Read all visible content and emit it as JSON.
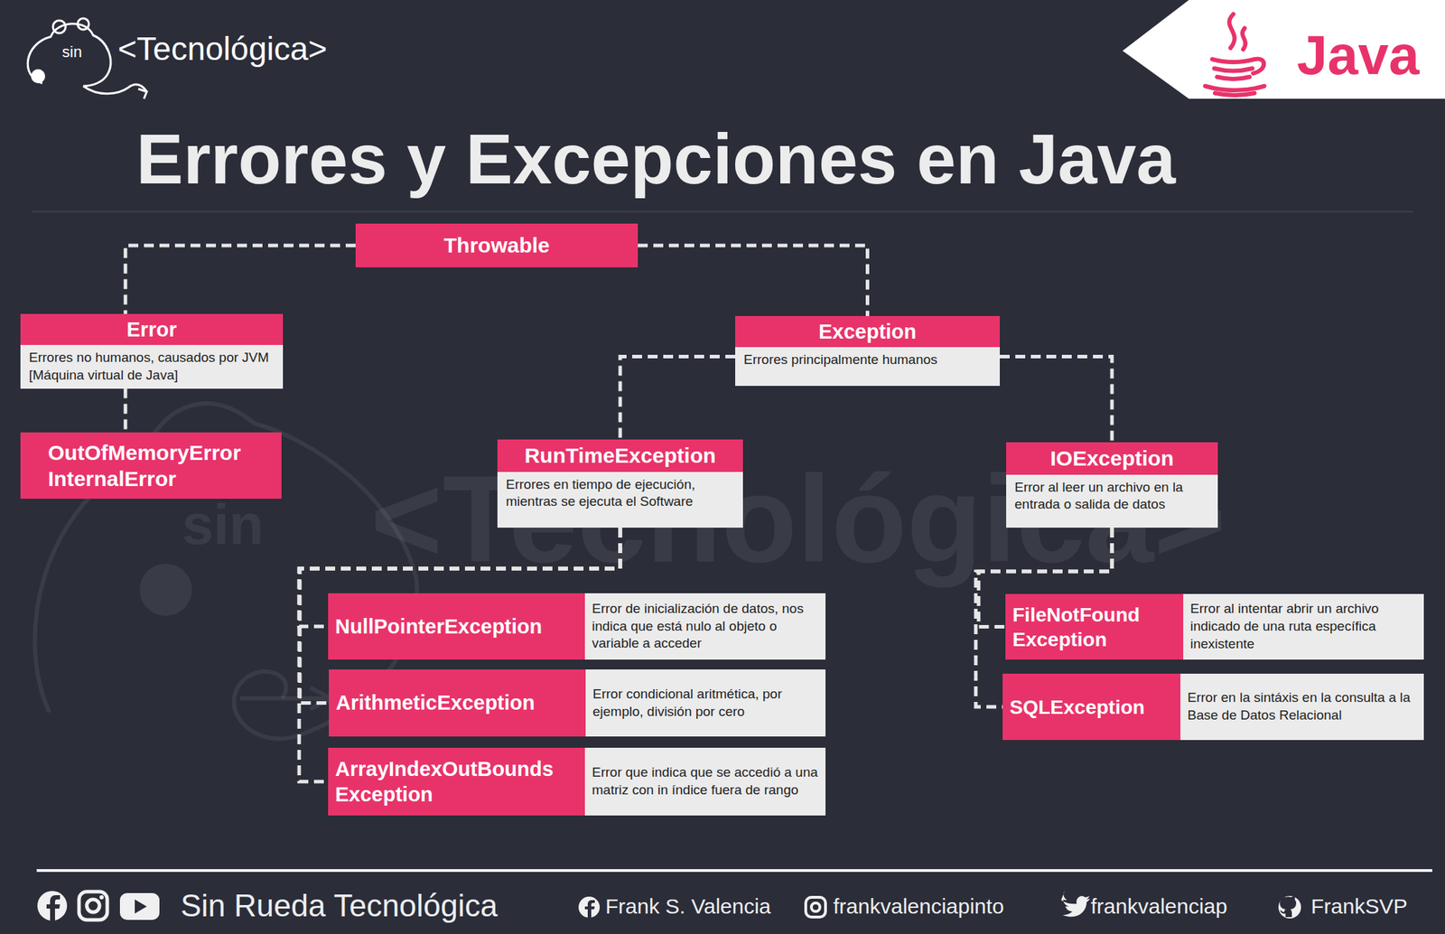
{
  "diagram": {
    "title": "Errores y Excepciones en Java",
    "nodes": [
      {
        "text": [
          "Throwable"
        ]
      },
      {
        "text": [
          "Error",
          "Errores no humanos, causados por JVM [Máquina virtual de Java]"
        ]
      },
      {
        "text": [
          "OutOfMemoryError InternalError"
        ]
      },
      {
        "text": [
          "Exception",
          "Errores principalmente humanos"
        ]
      },
      {
        "text": [
          "RunTimeException",
          "Errores en tiempo de ejecución, mientras se ejecuta el Software"
        ]
      },
      {
        "text": [
          "IOException",
          "Error al leer un archivo en la entrada o salida de datos"
        ]
      },
      {
        "text": [
          "NullPointerException",
          "Error de inicialización de datos, nos indica que está nulo al objeto o variable a acceder"
        ]
      },
      {
        "text": [
          "ArithmeticException",
          "Error condicional aritmética, por ejemplo, división por cero"
        ]
      },
      {
        "text": [
          "ArrayIndexOutBounds Exception",
          "Error que indica que se accedió a una matriz con in índice fuera de rango"
        ]
      },
      {
        "text": [
          "FileNotFound Exception",
          "Error al intentar abrir un archivo indicado de una ruta específica inexistente"
        ]
      },
      {
        "text": [
          "SQLException",
          "Error en la sintáxis en la consulta a la Base de Datos Relacional"
        ]
      }
    ],
    "edges": [
      {
        "from": 0,
        "to": 1,
        "arrow": "none"
      },
      {
        "from": 0,
        "to": 3,
        "arrow": "none"
      },
      {
        "from": 1,
        "to": 2,
        "arrow": "none"
      },
      {
        "from": 3,
        "to": 4,
        "arrow": "none"
      },
      {
        "from": 3,
        "to": 5,
        "arrow": "none"
      },
      {
        "from": 4,
        "to": 6,
        "arrow": "none"
      },
      {
        "from": 4,
        "to": 7,
        "arrow": "none"
      },
      {
        "from": 4,
        "to": 8,
        "arrow": "none"
      },
      {
        "from": 5,
        "to": 9,
        "arrow": "none"
      },
      {
        "from": 5,
        "to": 10,
        "arrow": "none"
      }
    ],
    "labels": [
      "sin",
      "<Tecnológica>",
      "Java",
      "sin",
      "<Tecnológica>",
      "Sin Rueda Tecnológica",
      "Frank S. Valencia",
      "frankvalenciapinto",
      "frankvalenciap",
      "FrankSVP"
    ]
  }
}
